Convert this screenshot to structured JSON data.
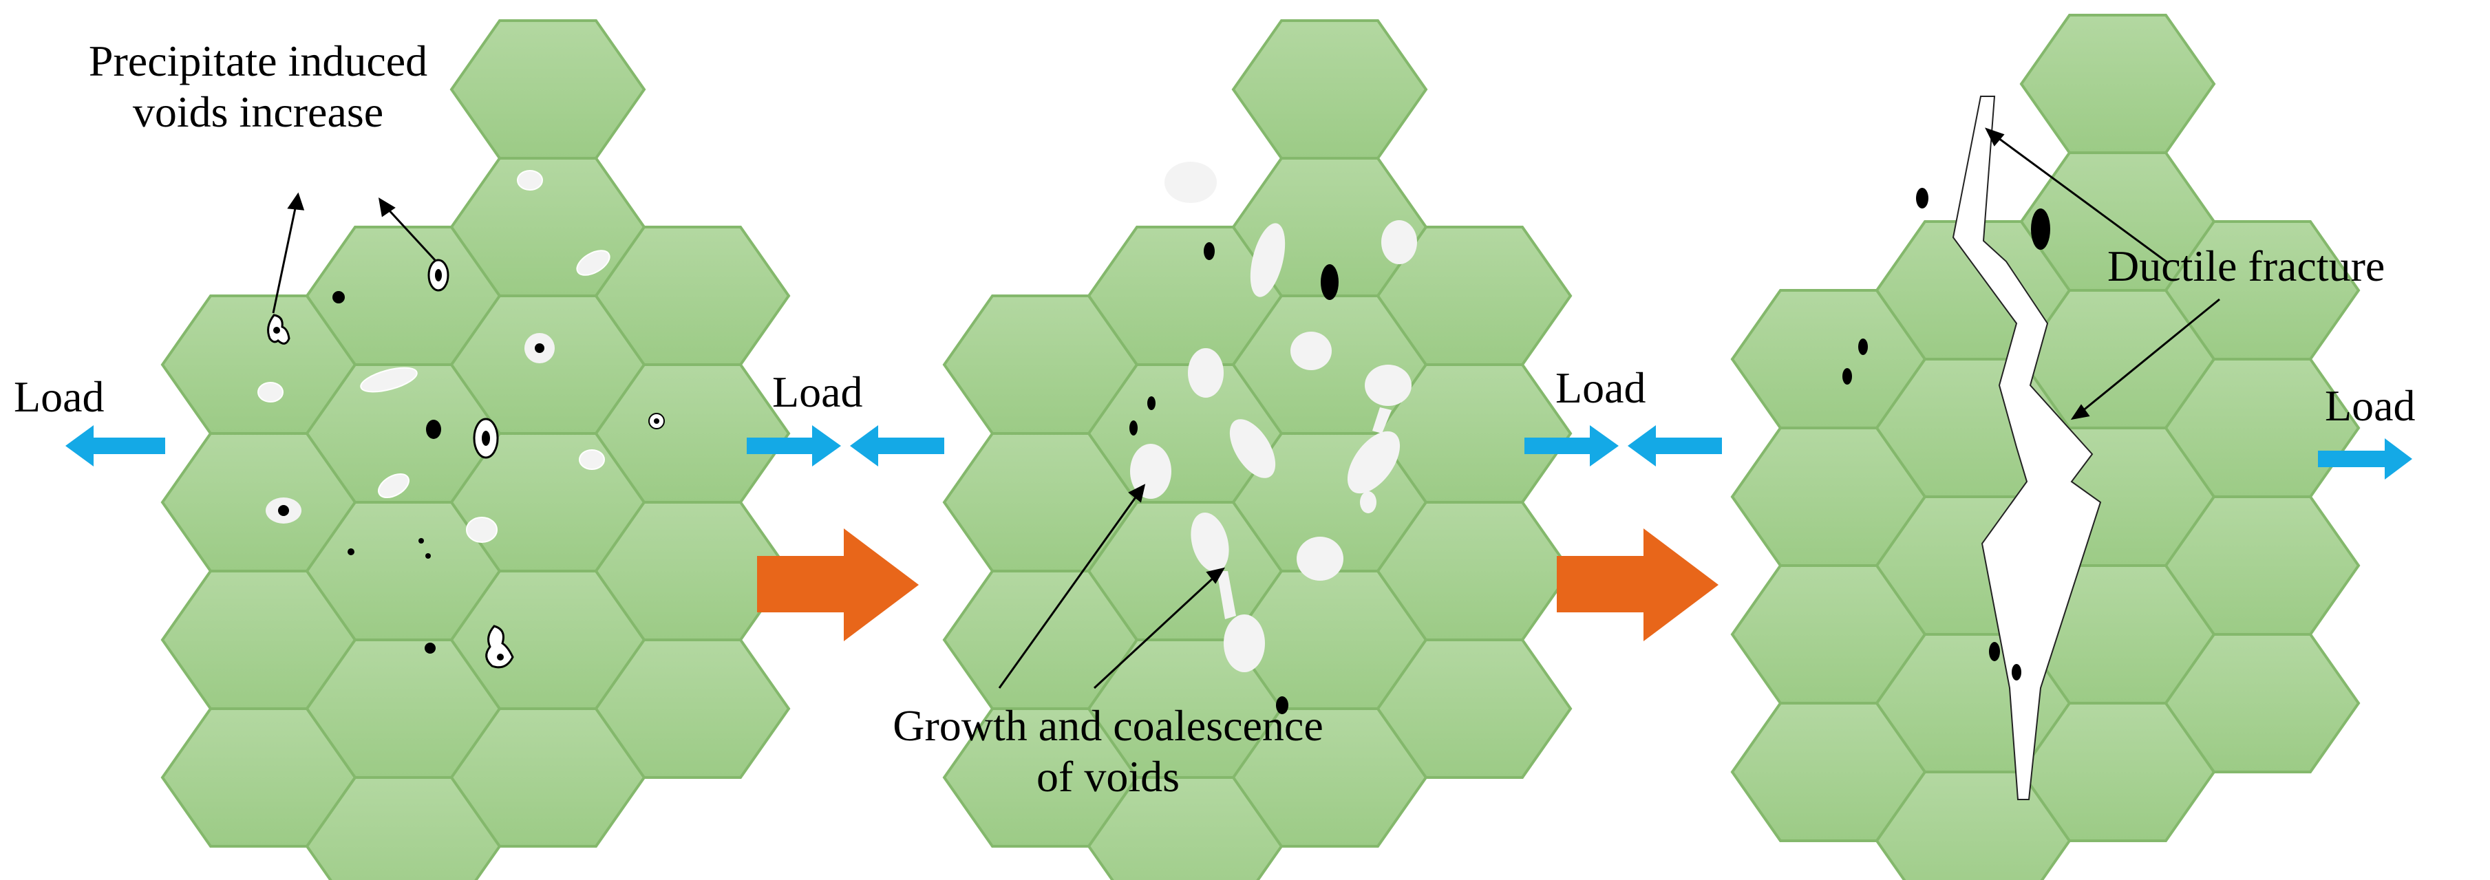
{
  "labels": {
    "precipitate_line1": "Precipitate induced",
    "precipitate_line2": "voids increase",
    "growth_line1": "Growth and coalescence",
    "growth_line2": "of voids",
    "ductile": "Ductile fracture",
    "load": "Load"
  },
  "colors": {
    "grain_fill": "#a9d296",
    "grain_stroke": "#84b86c",
    "void_fill": "#f3f3f3",
    "precipitate": "#000000",
    "load_arrow": "#14a9e6",
    "stage_arrow": "#e8661a"
  },
  "icons": {
    "load_arrow": "horizontal-arrow-icon",
    "stage_arrow": "thick-right-arrow-icon"
  }
}
